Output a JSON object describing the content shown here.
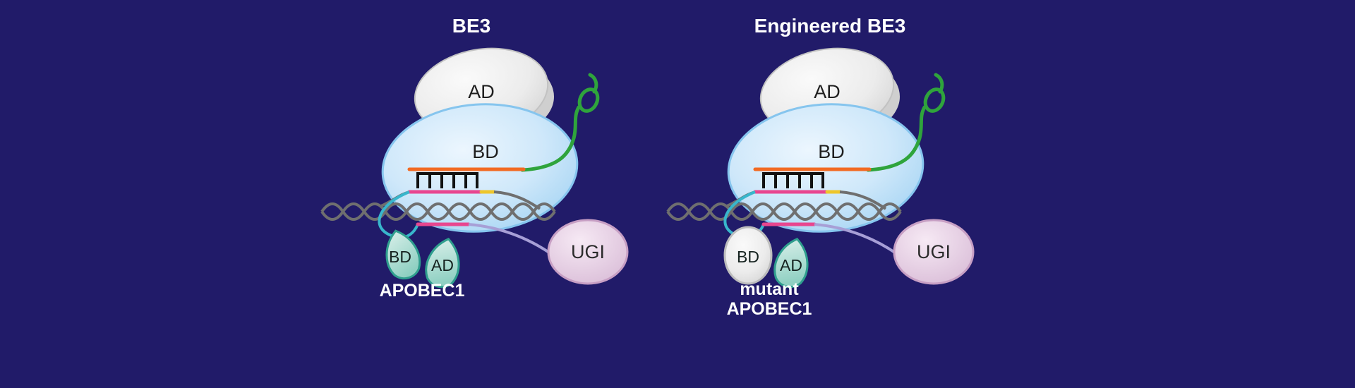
{
  "figure": {
    "background_color": "#211b69",
    "panels": [
      {
        "title": "BE3",
        "cas9_ad_label": "AD",
        "cas9_bd_label": "BD",
        "deaminase_bd_label": "BD",
        "deaminase_ad_label": "AD",
        "deaminase_name_lines": [
          "APOBEC1"
        ],
        "ugi_label": "UGI"
      },
      {
        "title": "Engineered BE3",
        "cas9_ad_label": "AD",
        "cas9_bd_label": "BD",
        "deaminase_bd_label": "BD",
        "deaminase_ad_label": "AD",
        "deaminase_name_lines": [
          "mutant",
          "APOBEC1"
        ],
        "ugi_label": "UGI"
      }
    ],
    "colors": {
      "cas9_body_blue": "#cfe8fa",
      "ad_domain_gray": "#ededed",
      "sgrna_scaffold_green": "#2fa43c",
      "guide_rna_orange": "#f26a22",
      "base_pairing_black": "#111111",
      "target_strand_pink": "#e8468f",
      "pam_yellow": "#eec62c",
      "dna_gray": "#6f6f6f",
      "linker_cyan": "#38b6cc",
      "linker_lavender": "#a79fd6",
      "deaminase_teal": "#9bd6c9",
      "ugi_pink": "#e7cfe4"
    }
  }
}
